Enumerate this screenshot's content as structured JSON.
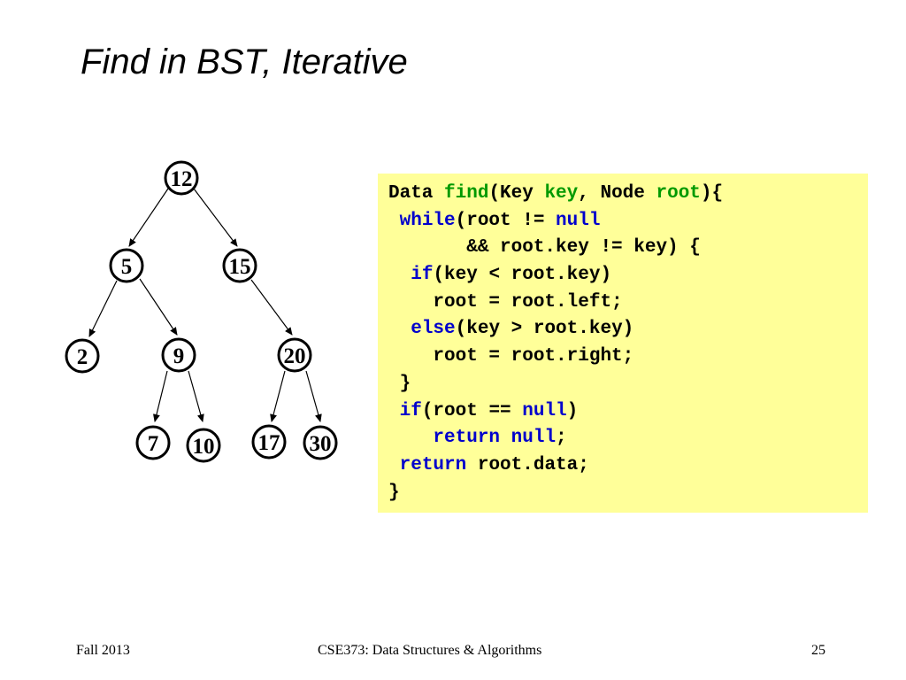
{
  "slide": {
    "title": "Find in BST, Iterative"
  },
  "tree": {
    "nodes": {
      "n12": "12",
      "n5": "5",
      "n15": "15",
      "n2": "2",
      "n9": "9",
      "n20": "20",
      "n7": "7",
      "n10": "10",
      "n17": "17",
      "n30": "30"
    }
  },
  "code": {
    "lines": [
      [
        {
          "t": "Data ",
          "c": "plain"
        },
        {
          "t": "find",
          "c": "green"
        },
        {
          "t": "(Key ",
          "c": "plain"
        },
        {
          "t": "key",
          "c": "green"
        },
        {
          "t": ", Node ",
          "c": "plain"
        },
        {
          "t": "root",
          "c": "green"
        },
        {
          "t": "){",
          "c": "plain"
        }
      ],
      [
        {
          "t": " ",
          "c": "plain"
        },
        {
          "t": "while",
          "c": "blue"
        },
        {
          "t": "(root != ",
          "c": "plain"
        },
        {
          "t": "null",
          "c": "blue"
        }
      ],
      [
        {
          "t": "       && root.key != key) {",
          "c": "plain"
        }
      ],
      [
        {
          "t": "  ",
          "c": "plain"
        },
        {
          "t": "if",
          "c": "blue"
        },
        {
          "t": "(key < root.key)",
          "c": "plain"
        }
      ],
      [
        {
          "t": "    root = root.left;",
          "c": "plain"
        }
      ],
      [
        {
          "t": "  ",
          "c": "plain"
        },
        {
          "t": "else",
          "c": "blue"
        },
        {
          "t": "(key > root.key)",
          "c": "plain"
        }
      ],
      [
        {
          "t": "    root = root.right;",
          "c": "plain"
        }
      ],
      [
        {
          "t": " }",
          "c": "plain"
        }
      ],
      [
        {
          "t": " ",
          "c": "plain"
        },
        {
          "t": "if",
          "c": "blue"
        },
        {
          "t": "(root == ",
          "c": "plain"
        },
        {
          "t": "null",
          "c": "blue"
        },
        {
          "t": ")",
          "c": "plain"
        }
      ],
      [
        {
          "t": "    ",
          "c": "plain"
        },
        {
          "t": "return null",
          "c": "blue"
        },
        {
          "t": ";",
          "c": "plain"
        }
      ],
      [
        {
          "t": " ",
          "c": "plain"
        },
        {
          "t": "return",
          "c": "blue"
        },
        {
          "t": " root.data;",
          "c": "plain"
        }
      ],
      [
        {
          "t": "}",
          "c": "plain"
        }
      ]
    ]
  },
  "footer": {
    "left": "Fall 2013",
    "center": "CSE373: Data Structures & Algorithms",
    "right": "25"
  },
  "colors": {
    "code_background": "#ffff99",
    "keyword_blue": "#0000cc",
    "identifier_green": "#009900"
  }
}
